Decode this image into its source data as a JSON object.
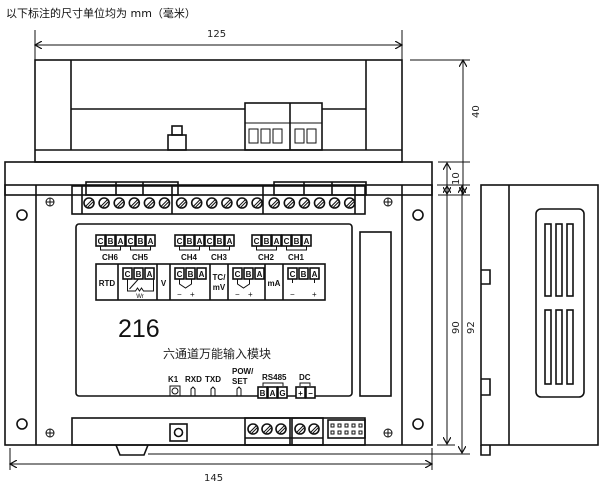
{
  "title": "以下标注的尺寸单位均为 mm（毫米）",
  "dimensions": {
    "width_top": "125",
    "height_total": "40",
    "base_height": "10",
    "width_front": "145",
    "height_inner": "90",
    "height_outer": "92"
  },
  "channels": [
    {
      "label": "CH6",
      "pins": [
        "C",
        "B",
        "A"
      ]
    },
    {
      "label": "CH5",
      "pins": [
        "C",
        "B",
        "A"
      ]
    },
    {
      "label": "CH4",
      "pins": [
        "C",
        "B",
        "A"
      ]
    },
    {
      "label": "CH3",
      "pins": [
        "C",
        "B",
        "A"
      ]
    },
    {
      "label": "CH2",
      "pins": [
        "C",
        "B",
        "A"
      ]
    },
    {
      "label": "CH1",
      "pins": [
        "C",
        "B",
        "A"
      ]
    }
  ],
  "modes": [
    {
      "label": "RTD",
      "pins": [
        "C",
        "B",
        "A"
      ],
      "resistor": "Wr"
    },
    {
      "label": "V",
      "pins": [
        "C",
        "B",
        "A"
      ],
      "polarity": [
        "−",
        "+"
      ]
    },
    {
      "label": "TC/",
      "label2": "mV",
      "pins": [
        "C",
        "B",
        "A"
      ],
      "polarity": [
        "−",
        "+"
      ]
    },
    {
      "label": "mA",
      "pins": [
        "C",
        "B",
        "A"
      ],
      "polarity": [
        "−",
        "+"
      ]
    }
  ],
  "model": {
    "number": "216",
    "name": "六通道万能输入模块"
  },
  "indicators": {
    "k1": "K1",
    "rxd": "RXD",
    "txd": "TXD",
    "pow": "POW/",
    "set": "SET",
    "rs485": "RS485",
    "rs485_pins": [
      "B",
      "A",
      "G"
    ],
    "dc": "DC",
    "dc_pins": [
      "+",
      "−"
    ]
  }
}
